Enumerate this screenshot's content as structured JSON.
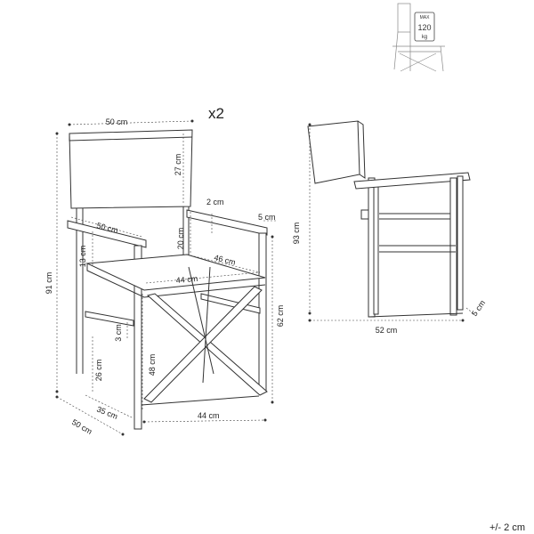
{
  "quantity_label": "x2",
  "thumbnail": {
    "badge_line1": "MAX",
    "badge_line2": "120",
    "badge_line3": "kg"
  },
  "front_view": {
    "backrest_width": "50 cm",
    "backrest_height": "27 cm",
    "armrest_thickness": "2 cm",
    "armrest_width": "5 cm",
    "armrest_height": "20 cm",
    "armrest_length": "50 cm",
    "seat_depth_side": "46 cm",
    "seat_gap": "13 cm",
    "seat_width": "44 cm",
    "total_height": "91 cm",
    "seat_height": "62 cm",
    "leg_height": "48 cm",
    "rail_thickness": "3 cm",
    "lower_height": "26 cm",
    "base_depth": "35 cm",
    "base_width": "44 cm",
    "depth": "50 cm"
  },
  "side_view": {
    "height": "93 cm",
    "depth": "52 cm",
    "leg_width": "5 cm"
  },
  "tolerance": "+/- 2 cm"
}
